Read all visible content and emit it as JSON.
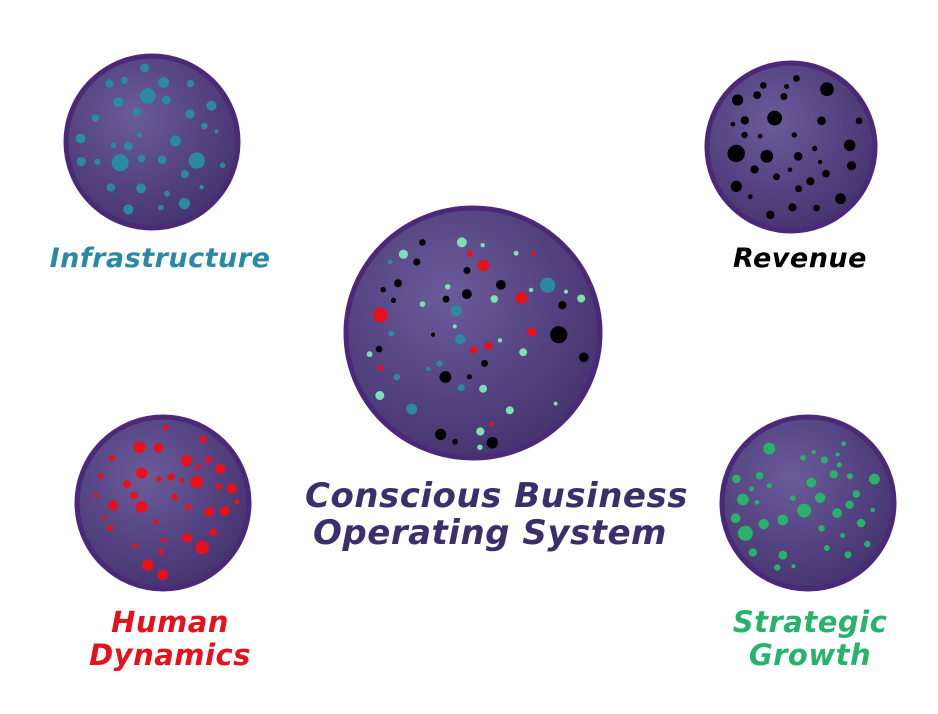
{
  "diagram": {
    "center": {
      "title_lines": [
        "Conscious Business",
        "Operating System"
      ],
      "color": "#3b2f6b"
    },
    "spheres": [
      {
        "key": "infrastructure",
        "label_lines": [
          "Infrastructure"
        ],
        "color": "#2a8aa6"
      },
      {
        "key": "revenue",
        "label_lines": [
          "Revenue"
        ],
        "color": "#000000"
      },
      {
        "key": "human-dynamics",
        "label_lines": [
          "Human",
          "Dynamics"
        ],
        "color": "#e8101a"
      },
      {
        "key": "strategic-growth",
        "label_lines": [
          "Strategic",
          "Growth"
        ],
        "color": "#27b36a"
      }
    ],
    "sphere_fill": "#544280",
    "sphere_outline": "#4a2a78"
  }
}
